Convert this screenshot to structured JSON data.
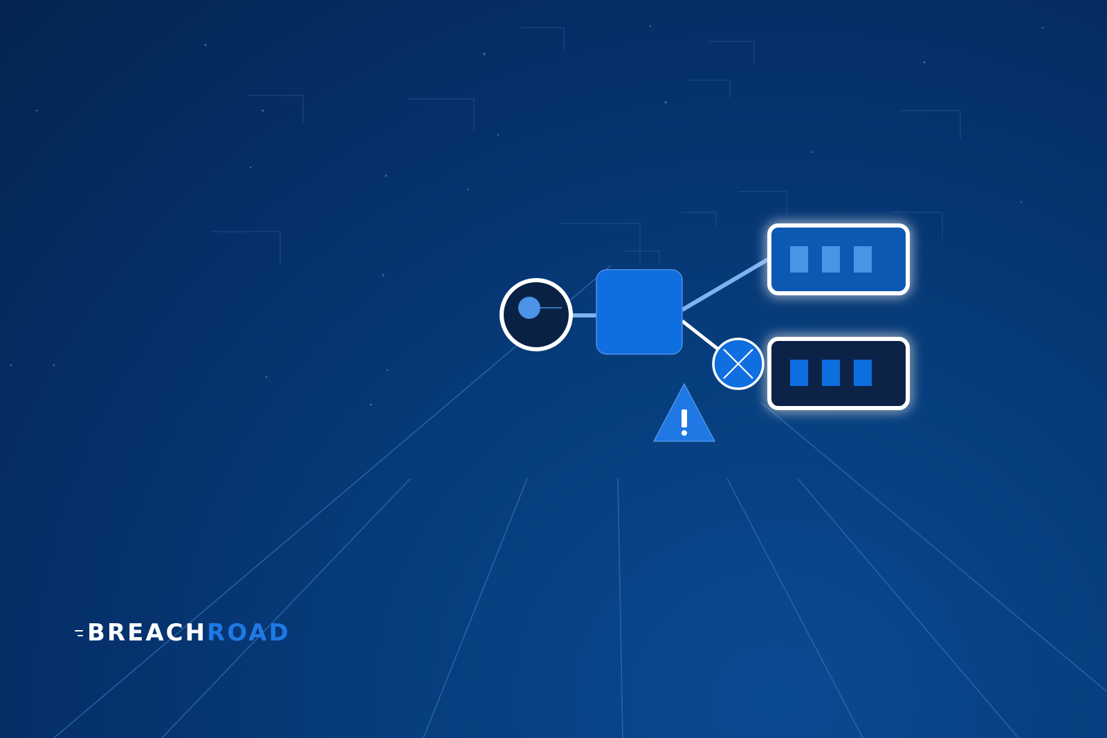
{
  "brand": {
    "name_part_1": "BREACH",
    "name_part_2": "ROAD",
    "color_primary": "#ffffff",
    "color_accent": "#1f78e3"
  },
  "diagram": {
    "nodes": [
      {
        "id": "source",
        "icon": "record-circle-icon"
      },
      {
        "id": "hub",
        "icon": "filled-square-icon"
      },
      {
        "id": "target-allowed",
        "icon": "server-blocks-icon",
        "state": "allowed"
      },
      {
        "id": "target-blocked",
        "icon": "server-blocks-icon",
        "state": "blocked"
      },
      {
        "id": "block",
        "icon": "x-circle-icon"
      },
      {
        "id": "alert",
        "icon": "warning-triangle-icon"
      }
    ],
    "edges": [
      {
        "from": "source",
        "to": "hub"
      },
      {
        "from": "hub",
        "to": "target-allowed"
      },
      {
        "from": "hub",
        "to": "target-blocked",
        "via": "block"
      }
    ]
  },
  "colors": {
    "background_dark": "#04254f",
    "background_mid": "#073d7c",
    "node_blue": "#0f6ee0",
    "node_light": "#4b93e6",
    "node_dark": "#0a2146",
    "edge_light": "#7fb2f0",
    "outline": "#ffffff"
  }
}
